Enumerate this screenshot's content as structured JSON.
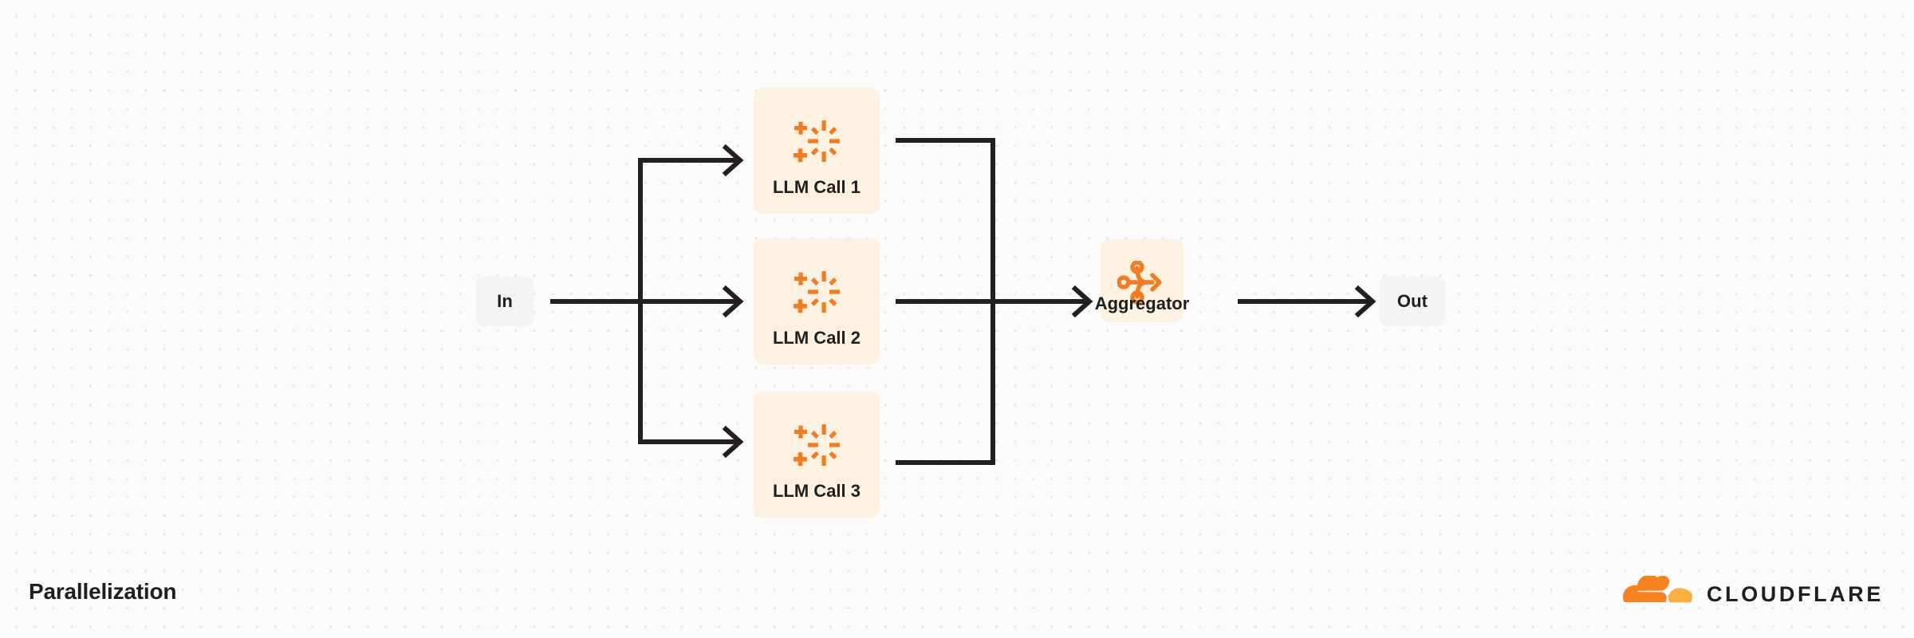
{
  "page": {
    "title": "Parallelization",
    "background_color": "#fbfbfb",
    "dot_grid_color": "#e8e8e8"
  },
  "colors": {
    "accent_orange": "#f07d23",
    "cloud_orange": "#f6821f",
    "cloud_amber": "#fbad41",
    "card_fill": "#fdf1e1",
    "terminal_fill": "#f3f4f6",
    "wire": "#231f20",
    "text": "#1d1f20"
  },
  "diagram": {
    "type": "flow-diagram",
    "pattern_name": "Parallelization",
    "nodes": [
      {
        "id": "in",
        "kind": "terminal",
        "label": "In",
        "icon": null
      },
      {
        "id": "llm1",
        "kind": "llm-call",
        "label": "LLM Call 1",
        "icon": "sparkle-icon"
      },
      {
        "id": "llm2",
        "kind": "llm-call",
        "label": "LLM Call 2",
        "icon": "sparkle-icon"
      },
      {
        "id": "llm3",
        "kind": "llm-call",
        "label": "LLM Call 3",
        "icon": "sparkle-icon"
      },
      {
        "id": "aggregator",
        "kind": "aggregator",
        "label": "Aggregator",
        "icon": "merge-arrow-icon"
      },
      {
        "id": "out",
        "kind": "terminal",
        "label": "Out",
        "icon": null
      }
    ],
    "edges": [
      {
        "from": "in",
        "to": "llm1",
        "arrow": true
      },
      {
        "from": "in",
        "to": "llm2",
        "arrow": true
      },
      {
        "from": "in",
        "to": "llm3",
        "arrow": true
      },
      {
        "from": "llm1",
        "to": "aggregator",
        "arrow": true
      },
      {
        "from": "llm2",
        "to": "aggregator",
        "arrow": true
      },
      {
        "from": "llm3",
        "to": "aggregator",
        "arrow": true
      },
      {
        "from": "aggregator",
        "to": "out",
        "arrow": true
      }
    ]
  },
  "brand": {
    "name": "CLOUDFLARE",
    "logo_icon": "cloudflare-cloud-icon"
  }
}
